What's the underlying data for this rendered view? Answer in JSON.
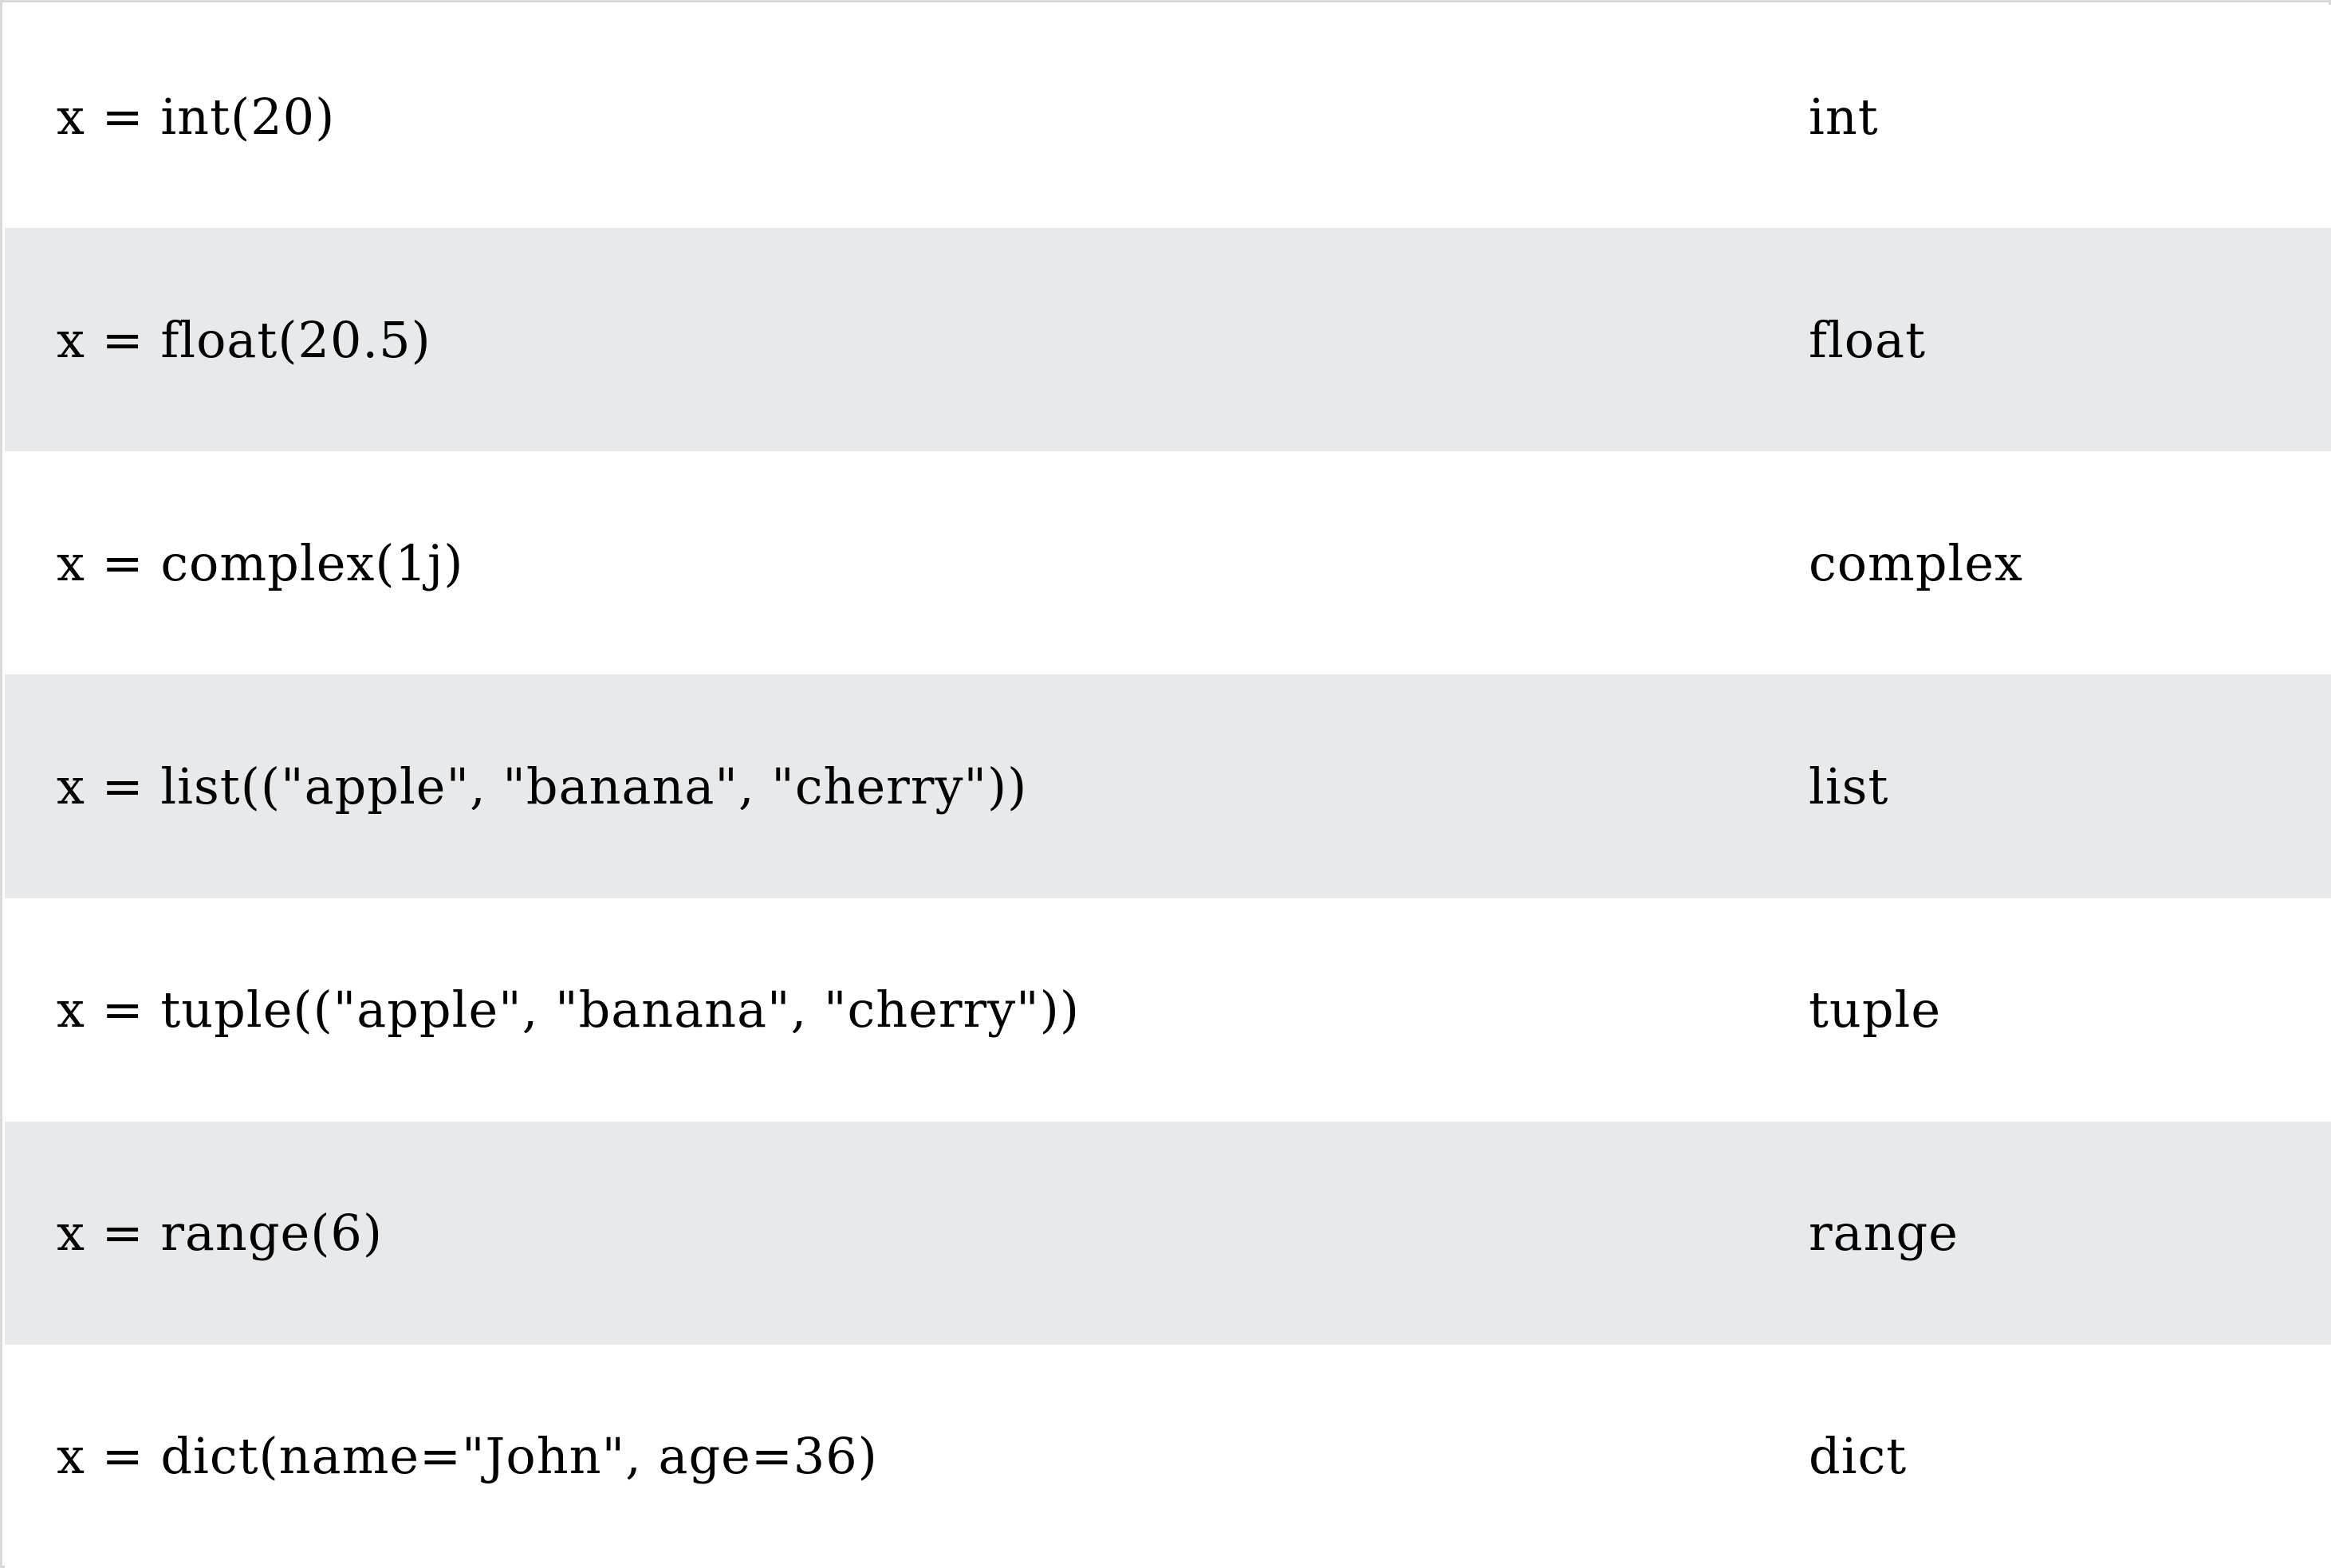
{
  "table": {
    "rows": [
      {
        "example": "x = int(20)",
        "type": "int"
      },
      {
        "example": "x = float(20.5)",
        "type": "float"
      },
      {
        "example": "x = complex(1j)",
        "type": "complex"
      },
      {
        "example": "x = list((\"apple\", \"banana\", \"cherry\"))",
        "type": "list"
      },
      {
        "example": "x = tuple((\"apple\", \"banana\", \"cherry\"))",
        "type": "tuple"
      },
      {
        "example": "x = range(6)",
        "type": "range"
      },
      {
        "example": "x = dict(name=\"John\", age=36)",
        "type": "dict"
      }
    ]
  },
  "colors": {
    "row_odd": "#ffffff",
    "row_even": "#e7e9eb",
    "text": "#000000",
    "border": "#d9d9d9"
  }
}
